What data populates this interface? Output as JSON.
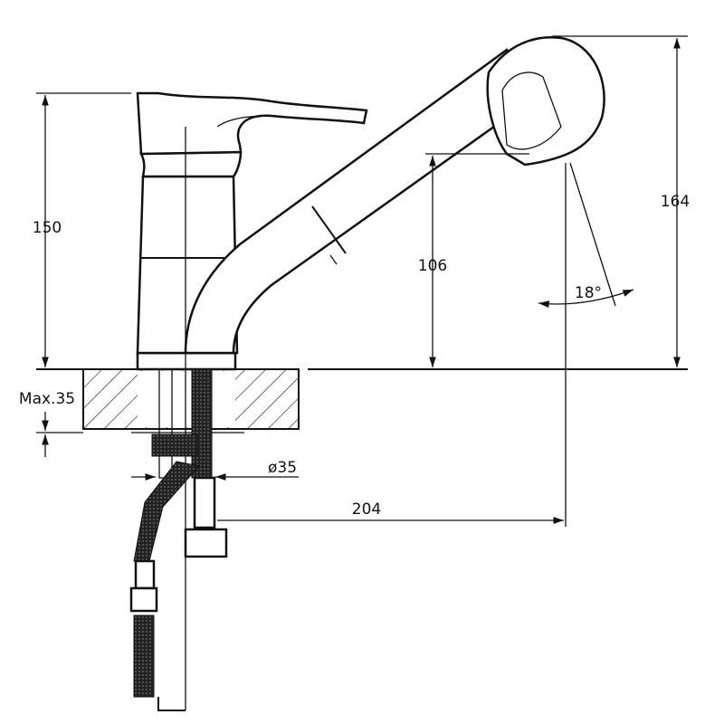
{
  "title": "Pull-out kitchen faucet dimension drawing",
  "dimensions": {
    "height_handle": "150",
    "height_total": "164",
    "spout_height": "106",
    "spray_angle": "18°",
    "max_counter": "Max.35",
    "hole_diameter": "ø35",
    "reach": "204"
  },
  "colors": {
    "line": "#111111",
    "background": "#ffffff"
  }
}
